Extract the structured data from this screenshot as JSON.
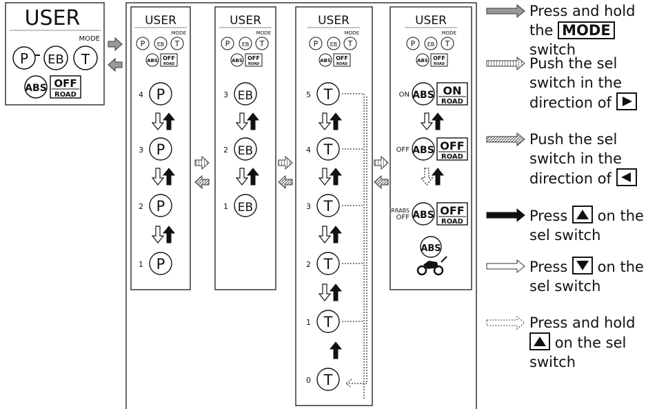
{
  "small_panel": {
    "title": "USER",
    "mode_label": "MODE",
    "p": "P",
    "eb": "EB",
    "t": "T",
    "abs": "ABS",
    "off": "OFF",
    "road": "ROAD"
  },
  "panel_header": {
    "title": "USER",
    "mode_label": "MODE",
    "p": "P",
    "eb": "EB",
    "t": "T",
    "abs": "ABS",
    "off": "OFF",
    "road": "ROAD"
  },
  "panel_p": {
    "levels": [
      "4",
      "3",
      "2",
      "1"
    ],
    "glyph": "P"
  },
  "panel_eb": {
    "levels": [
      "3",
      "2",
      "1"
    ],
    "glyph": "EB"
  },
  "panel_t": {
    "levels": [
      "5",
      "4",
      "3",
      "2",
      "1",
      "0"
    ],
    "glyph": "T"
  },
  "panel_abs": {
    "rows": [
      {
        "label": "ON",
        "abs": "ABS",
        "top": "ON",
        "bottom": "ROAD"
      },
      {
        "label": "OFF",
        "abs": "ABS",
        "top": "OFF",
        "bottom": "ROAD"
      },
      {
        "label": "RRABS OFF",
        "abs": "ABS",
        "top": "OFF",
        "bottom": "ROAD"
      }
    ],
    "last_glyph": "ABS"
  },
  "legend": [
    {
      "icon": "gray-arrow-icon",
      "line1": "Press and hold",
      "line2_pre": "the",
      "line2_box": "MODE",
      "line2_post": "switch"
    },
    {
      "icon": "striped-arrow-icon",
      "text": "Push the sel switch in the direction of",
      "symbol": "right-triangle-icon"
    },
    {
      "icon": "hatched-arrow-icon",
      "text": "Push the sel switch in the direction of",
      "symbol": "left-triangle-icon"
    },
    {
      "icon": "black-arrow-icon",
      "pre": "Press",
      "post": "on the sel switch",
      "symbol": "up-triangle-icon"
    },
    {
      "icon": "white-arrow-icon",
      "pre": "Press",
      "post": "on the sel switch",
      "symbol": "down-triangle-icon"
    },
    {
      "icon": "dotted-arrow-icon",
      "pre": "Press and hold",
      "post": "on the sel switch",
      "symbol": "up-triangle-icon"
    }
  ]
}
